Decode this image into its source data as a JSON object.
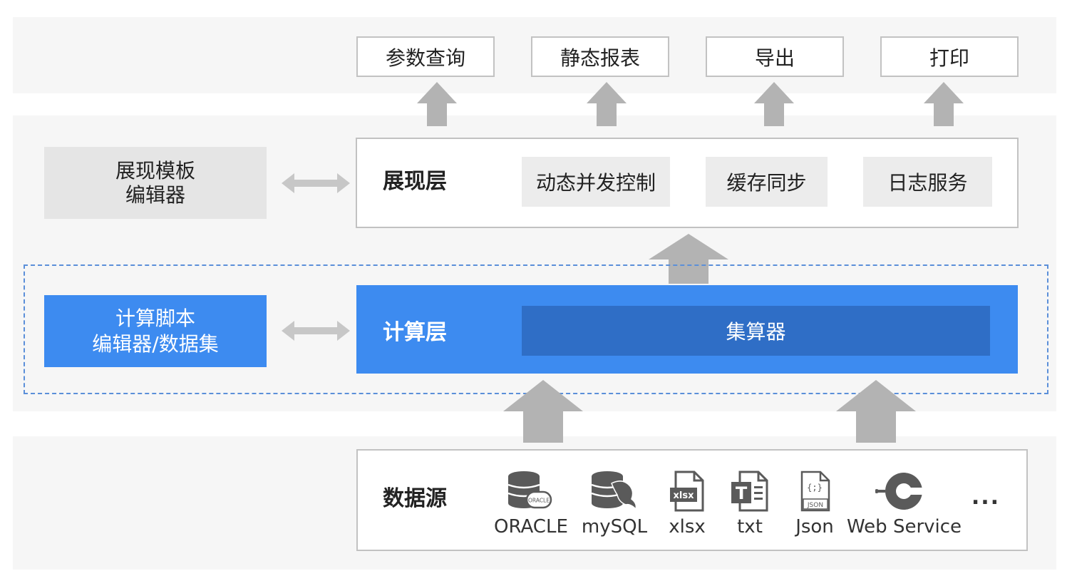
{
  "outputs": [
    "参数查询",
    "静态报表",
    "导出",
    "打印"
  ],
  "presentation": {
    "title": "展现层",
    "features": [
      "动态并发控制",
      "缓存同步",
      "日志服务"
    ],
    "editor": [
      "展现模板",
      "编辑器"
    ]
  },
  "compute": {
    "title": "计算层",
    "engine": "集算器",
    "editor": [
      "计算脚本",
      "编辑器/数据集"
    ]
  },
  "datasource": {
    "title": "数据源",
    "items": [
      {
        "label": "ORACLE",
        "icon": "oracle-database-icon",
        "icon_text": "ORACLE"
      },
      {
        "label": "mySQL",
        "icon": "mysql-database-icon"
      },
      {
        "label": "xlsx",
        "icon": "xlsx-file-icon",
        "icon_text": "xlsx"
      },
      {
        "label": "txt",
        "icon": "txt-file-icon",
        "icon_text": "T"
      },
      {
        "label": "Json",
        "icon": "json-file-icon",
        "icon_text": "JSON",
        "icon_text2": "{;}"
      },
      {
        "label": "Web Service",
        "icon": "web-service-icon"
      }
    ],
    "more": "..."
  },
  "colors": {
    "band": "#f6f6f6",
    "arrow": "#b3b3b3",
    "blue": "#3d8bf0",
    "engine_blue": "#2f6ec6",
    "dashed": "#5b8fd9"
  }
}
